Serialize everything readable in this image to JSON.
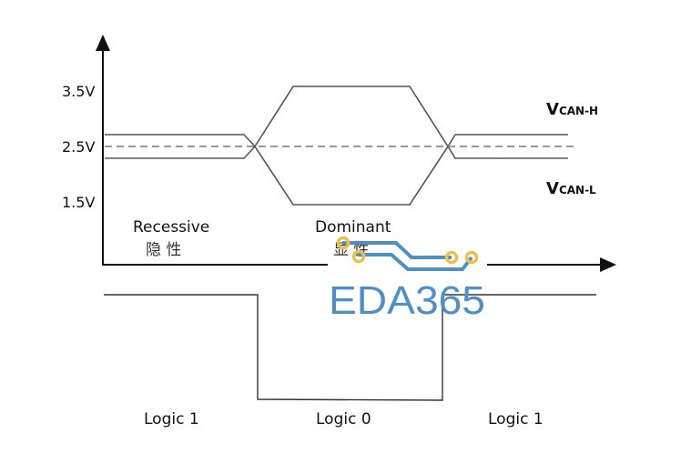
{
  "diagram": {
    "title": "CAN bus differential signal levels",
    "y_axis": {
      "ticks": [
        {
          "label": "3.5V",
          "value": 3.5
        },
        {
          "label": "2.5V",
          "value": 2.5
        },
        {
          "label": "1.5V",
          "value": 1.5
        }
      ]
    },
    "signals": {
      "can_h": {
        "label_main": "V",
        "label_sub": "CAN-H",
        "recessive_v": 2.7,
        "dominant_v": 3.5
      },
      "can_l": {
        "label_main": "V",
        "label_sub": "CAN-L",
        "recessive_v": 2.3,
        "dominant_v": 1.5
      },
      "mid": {
        "value_v": 2.5,
        "style": "dashed"
      }
    },
    "states": [
      {
        "name": "Recessive",
        "name_cn": "隐 性"
      },
      {
        "name": "Dominant",
        "name_cn": "显 性"
      }
    ],
    "logic": [
      {
        "label": "Logic 1",
        "level": 1
      },
      {
        "label": "Logic 0",
        "level": 0
      },
      {
        "label": "Logic 1",
        "level": 1
      }
    ],
    "watermark": {
      "text": "EDA365",
      "color": "#4f8fc6",
      "pad_color": "#e8c04a"
    },
    "colors": {
      "axis": "#111111",
      "line": "#555555",
      "dashed": "#777777"
    }
  }
}
